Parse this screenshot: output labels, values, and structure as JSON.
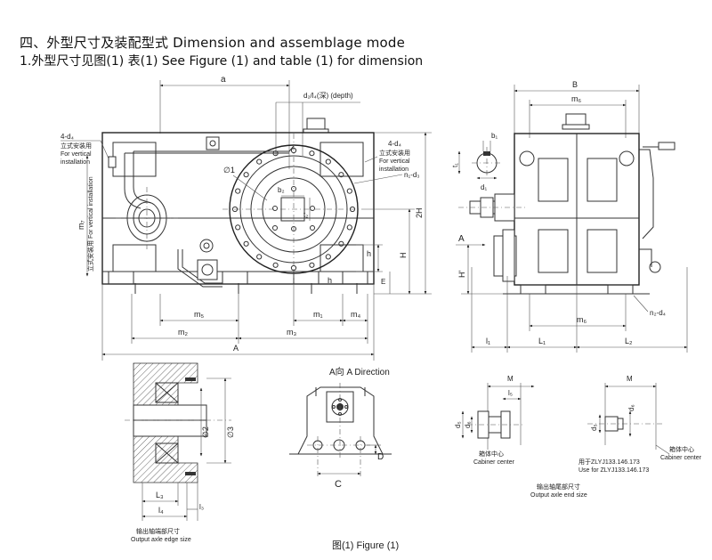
{
  "header": {
    "title": "四、外型尺寸及装配型式  Dimension and assemblage mode",
    "subtitle": "1.外型尺寸见图(1) 表(1)  See Figure (1) and table (1) for dimension"
  },
  "front_view": {
    "dim_a": "a",
    "dim_d2_l4": "d₂/l₄(深) (depth)",
    "label_4d4_left": "4-d₄",
    "note_vertical_cn": "立式安装用",
    "note_vertical_en1": "For vertical",
    "note_vertical_en2": "installation",
    "label_4d4_right": "4-d₄",
    "label_n1d3": "n₁-d₃",
    "label_phi1": "∅1",
    "dim_b2": "b₂",
    "dim_t2": "t₂",
    "dim_m7": "m₇",
    "dim_2H": "2H",
    "dim_H": "H",
    "dim_h_upper": "h",
    "dim_h_lower": "h",
    "dim_E": "E",
    "dim_m5": "m₅",
    "dim_m1": "m₁",
    "dim_m4": "m₄",
    "dim_m2": "m₂",
    "dim_m3": "m₃",
    "dim_A": "A"
  },
  "side_view": {
    "dim_B": "B",
    "dim_m6_top": "m₆",
    "dim_b1": "b₁",
    "dim_t1": "t₁",
    "dim_d1": "d₁",
    "label_A_arrow": "A",
    "dim_H_prime": "H'",
    "label_n2d4": "n₂-d₄",
    "dim_m6_bottom": "m₆",
    "dim_l1": "l₁",
    "dim_L1": "L₁",
    "dim_L2": "L₂"
  },
  "edge_detail": {
    "dim_phi2": "∅2",
    "dim_phi3": "∅3",
    "dim_L3": "L₃",
    "dim_l4": "l₄",
    "dim_l3": "l₃",
    "caption_cn": "输出轴端部尺寸",
    "caption_en": "Output axle edge size"
  },
  "a_direction": {
    "title": "A向 A Direction",
    "dim_C": "C",
    "dim_D": "D"
  },
  "end_detail": {
    "dim_M_left": "M",
    "dim_l5": "l₅",
    "dim_d5_left": "d₅",
    "dim_d6_left": "d₆",
    "label_center_cn_left": "箱体中心",
    "label_center_en_left": "Cabiner center",
    "dim_M_right": "M",
    "dim_d5_right": "d₅",
    "dim_d6_right": "d₆",
    "label_center_cn_right": "箱体中心",
    "label_center_en_right": "Cabiner center",
    "use_for_cn": "用于ZLYJ133.146.173",
    "use_for_en": "Use for ZLYJ133.146.173",
    "caption_cn": "输出轴尾部尺寸",
    "caption_en": "Output axle end  size"
  },
  "figure_caption": "图(1) Figure (1)"
}
